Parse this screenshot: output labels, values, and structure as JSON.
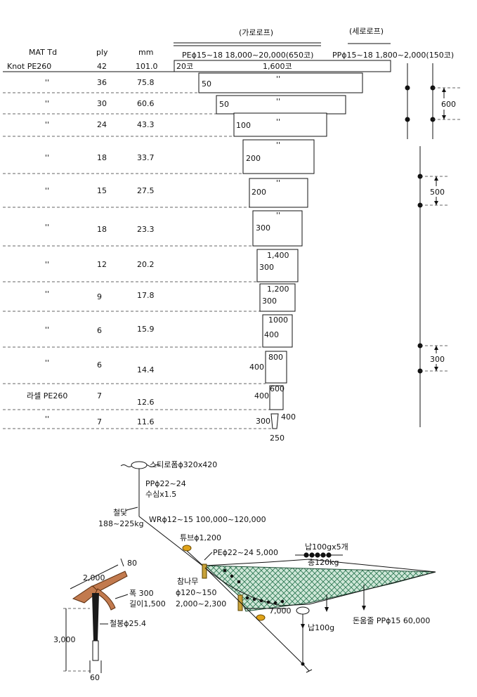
{
  "headers": {
    "mat": "MAT  Td",
    "ply": "ply",
    "mm": "mm",
    "horiz_rope_title": "(가로로프)",
    "vert_rope_title": "(세로로프)",
    "horiz_rope_spec": "PEϕ15~18  18,000~20,000(650코)",
    "vert_rope_spec": "PPϕ15~18  1,800~2,000(150코)"
  },
  "rows": [
    {
      "mat": "Knot  PE260",
      "ply": "42",
      "mm": "101.0",
      "box_left": "20코",
      "box_mid": "1,600코",
      "box_bottom": ""
    },
    {
      "mat": "''",
      "ply": "36",
      "mm": "75.8",
      "box_left": "50",
      "box_mid": "''",
      "box_bottom": ""
    },
    {
      "mat": "''",
      "ply": "30",
      "mm": "60.6",
      "box_left": "50",
      "box_mid": "''",
      "box_bottom": ""
    },
    {
      "mat": "''",
      "ply": "24",
      "mm": "43.3",
      "box_left": "100",
      "box_mid": "''",
      "box_bottom": ""
    },
    {
      "mat": "''",
      "ply": "18",
      "mm": "33.7",
      "box_left": "200",
      "box_mid": "''",
      "box_bottom": ""
    },
    {
      "mat": "''",
      "ply": "15",
      "mm": "27.5",
      "box_left": "200",
      "box_mid": "''",
      "box_bottom": ""
    },
    {
      "mat": "''",
      "ply": "18",
      "mm": "23.3",
      "box_left": "300",
      "box_mid": "''",
      "box_bottom": ""
    },
    {
      "mat": "''",
      "ply": "12",
      "mm": "20.2",
      "box_left": "300",
      "box_mid": "1,400",
      "box_bottom": ""
    },
    {
      "mat": "''",
      "ply": "9",
      "mm": "17.8",
      "box_left": "300",
      "box_mid": "1,200",
      "box_bottom": ""
    },
    {
      "mat": "''",
      "ply": "6",
      "mm": "15.9",
      "box_left": "400",
      "box_mid": "1000",
      "box_bottom": ""
    },
    {
      "mat": "''",
      "ply": "6",
      "mm": "14.4",
      "box_left": "400",
      "box_mid": "800",
      "box_bottom": ""
    },
    {
      "mat": "라셀  PE260",
      "ply": "7",
      "mm": "12.6",
      "box_left": "400",
      "box_mid": "600",
      "box_bottom": ""
    },
    {
      "mat": "''",
      "ply": "7",
      "mm": "11.6",
      "box_left": "300",
      "box_mid": "400",
      "box_bottom": "250"
    }
  ],
  "spacing_dims": [
    "600",
    "500",
    "300"
  ],
  "lower": {
    "float_label": "스티로폼ϕ320x420",
    "pp_rope_1": "PPϕ22~24",
    "pp_rope_2": "수심x1.5",
    "anchor_1": "철닻",
    "anchor_2": "188~225kg",
    "wire_rope": "WRϕ12~15  100,000~120,000",
    "tube": "튜브ϕ1,200",
    "pe_rope": "PEϕ22~24   5,000",
    "lead_1": "납100gx5개",
    "lead_2": "총120kg",
    "oak_1": "참나무",
    "oak_2": "ϕ120~150",
    "oak_3": "2,000~2,300",
    "dim_7000": "7,000",
    "lead_100g": "납100g",
    "purse_rope": "돈움줄   PPϕ15  60,000",
    "anchor_width": "2,000",
    "anchor_80": "80",
    "fluke_width": "폭  300",
    "fluke_length": "길이1,500",
    "shank": "철봉ϕ25.4",
    "anchor_height": "3,000",
    "anchor_60": "60"
  }
}
